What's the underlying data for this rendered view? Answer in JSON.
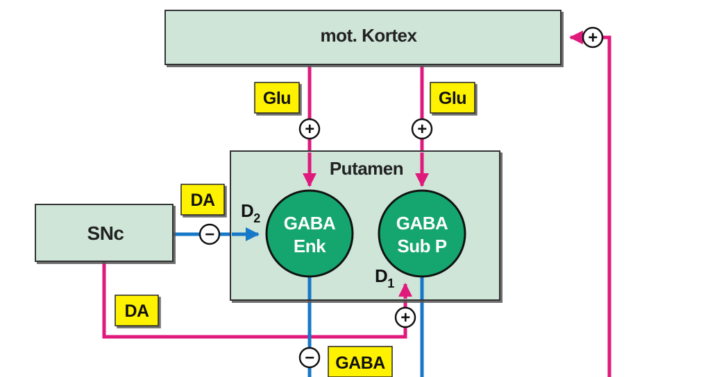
{
  "nodes": {
    "cortex": "mot. Kortex",
    "putamen": "Putamen",
    "snc": "SNc",
    "gaba_enk": [
      "GABA",
      "Enk"
    ],
    "gaba_subp": [
      "GABA",
      "Sub P"
    ]
  },
  "tags": {
    "glu_left": "Glu",
    "glu_right": "Glu",
    "da_upper": "DA",
    "da_lower": "DA",
    "gaba_bottom": "GABA"
  },
  "receptors": {
    "d2": {
      "letter": "D",
      "sub": "2"
    },
    "d1": {
      "letter": "D",
      "sub": "1"
    }
  },
  "signs": {
    "plus": "+",
    "minus": "−"
  },
  "colors": {
    "box_fill": "#cfe5d8",
    "circle_fill": "#14a66e",
    "tag_fill": "#fff200",
    "excitatory": "#e0197c",
    "inhibitory": "#1778c8"
  }
}
